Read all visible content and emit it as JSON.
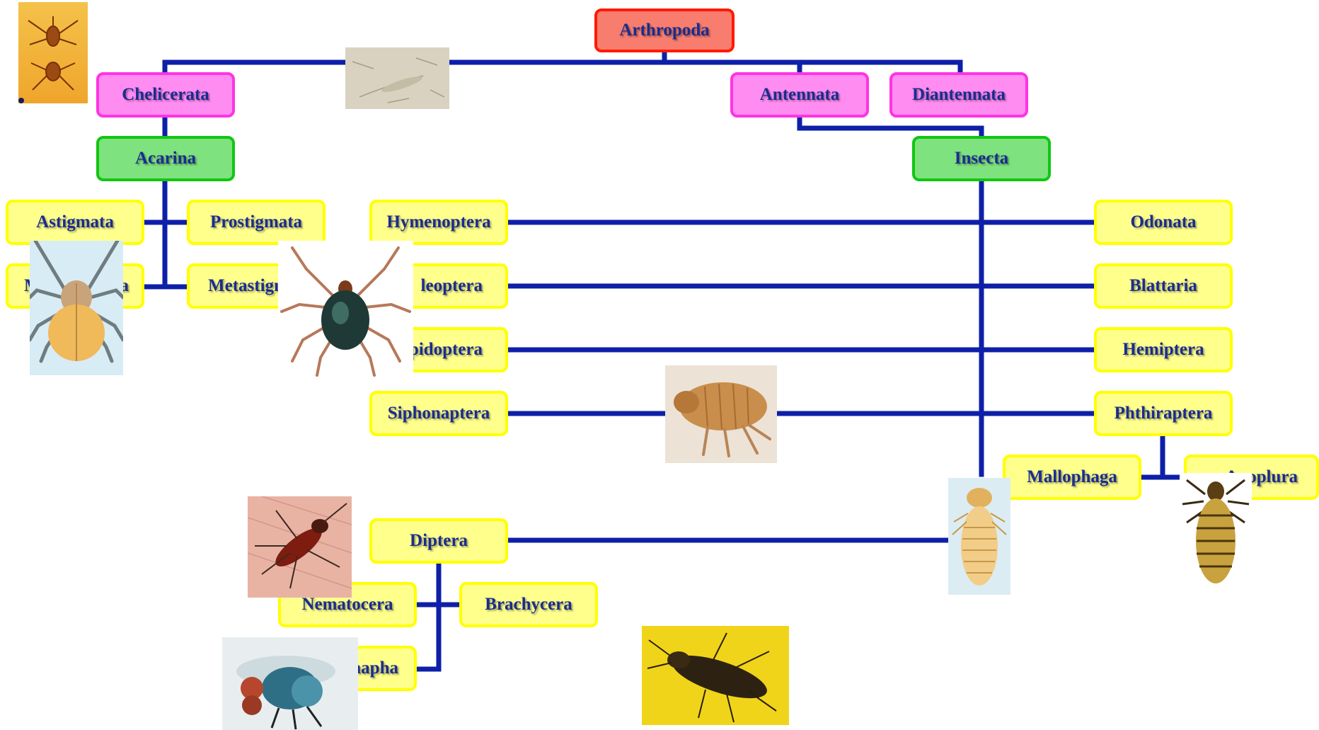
{
  "diagram": {
    "nodes": {
      "arthropoda": "Arthropoda",
      "chelicerata": "Chelicerata",
      "antennata": "Antennata",
      "diantennata": "Diantennata",
      "acarina": "Acarina",
      "insecta": "Insecta",
      "astigmata": "Astigmata",
      "prostigmata": "Prostigmata",
      "mesostigmata_visible": "M",
      "mesostigmata_tail": "a",
      "metastigmata_visible": "Metastigm",
      "hymenoptera": "Hymenoptera",
      "coleoptera_visible": "leoptera",
      "lepidoptera_visible": "pidoptera",
      "siphonaptera": "Siphonaptera",
      "diptera": "Diptera",
      "nematocera": "Nematocera",
      "brachycera": "Brachycera",
      "cyclorrhapha_visible": "napha",
      "odonata": "Odonata",
      "blattaria": "Blattaria",
      "hemiptera": "Hemiptera",
      "phthiraptera": "Phthiraptera",
      "mallophaga": "Mallophaga",
      "anoplura_visible": "Anoplura"
    },
    "colors": {
      "line": "#0e1fa8",
      "root_fill": "#f87d6e",
      "root_border": "#ff1a00",
      "class_fill": "#ff8cf0",
      "class_border": "#ff33e3",
      "subclass_fill": "#7ee27e",
      "subclass_border": "#11c611",
      "order_fill": "#ffff8c",
      "order_border": "#ffff00",
      "text": "#1a2c8f"
    },
    "photos": [
      "scorpion-photo",
      "microscope-photo",
      "mite-photo",
      "tick-photo",
      "flea-photo",
      "mosquito-photo",
      "bluebottle-fly-photo",
      "cockroach-photo",
      "biting-louse-photo",
      "sucking-louse-photo"
    ]
  }
}
